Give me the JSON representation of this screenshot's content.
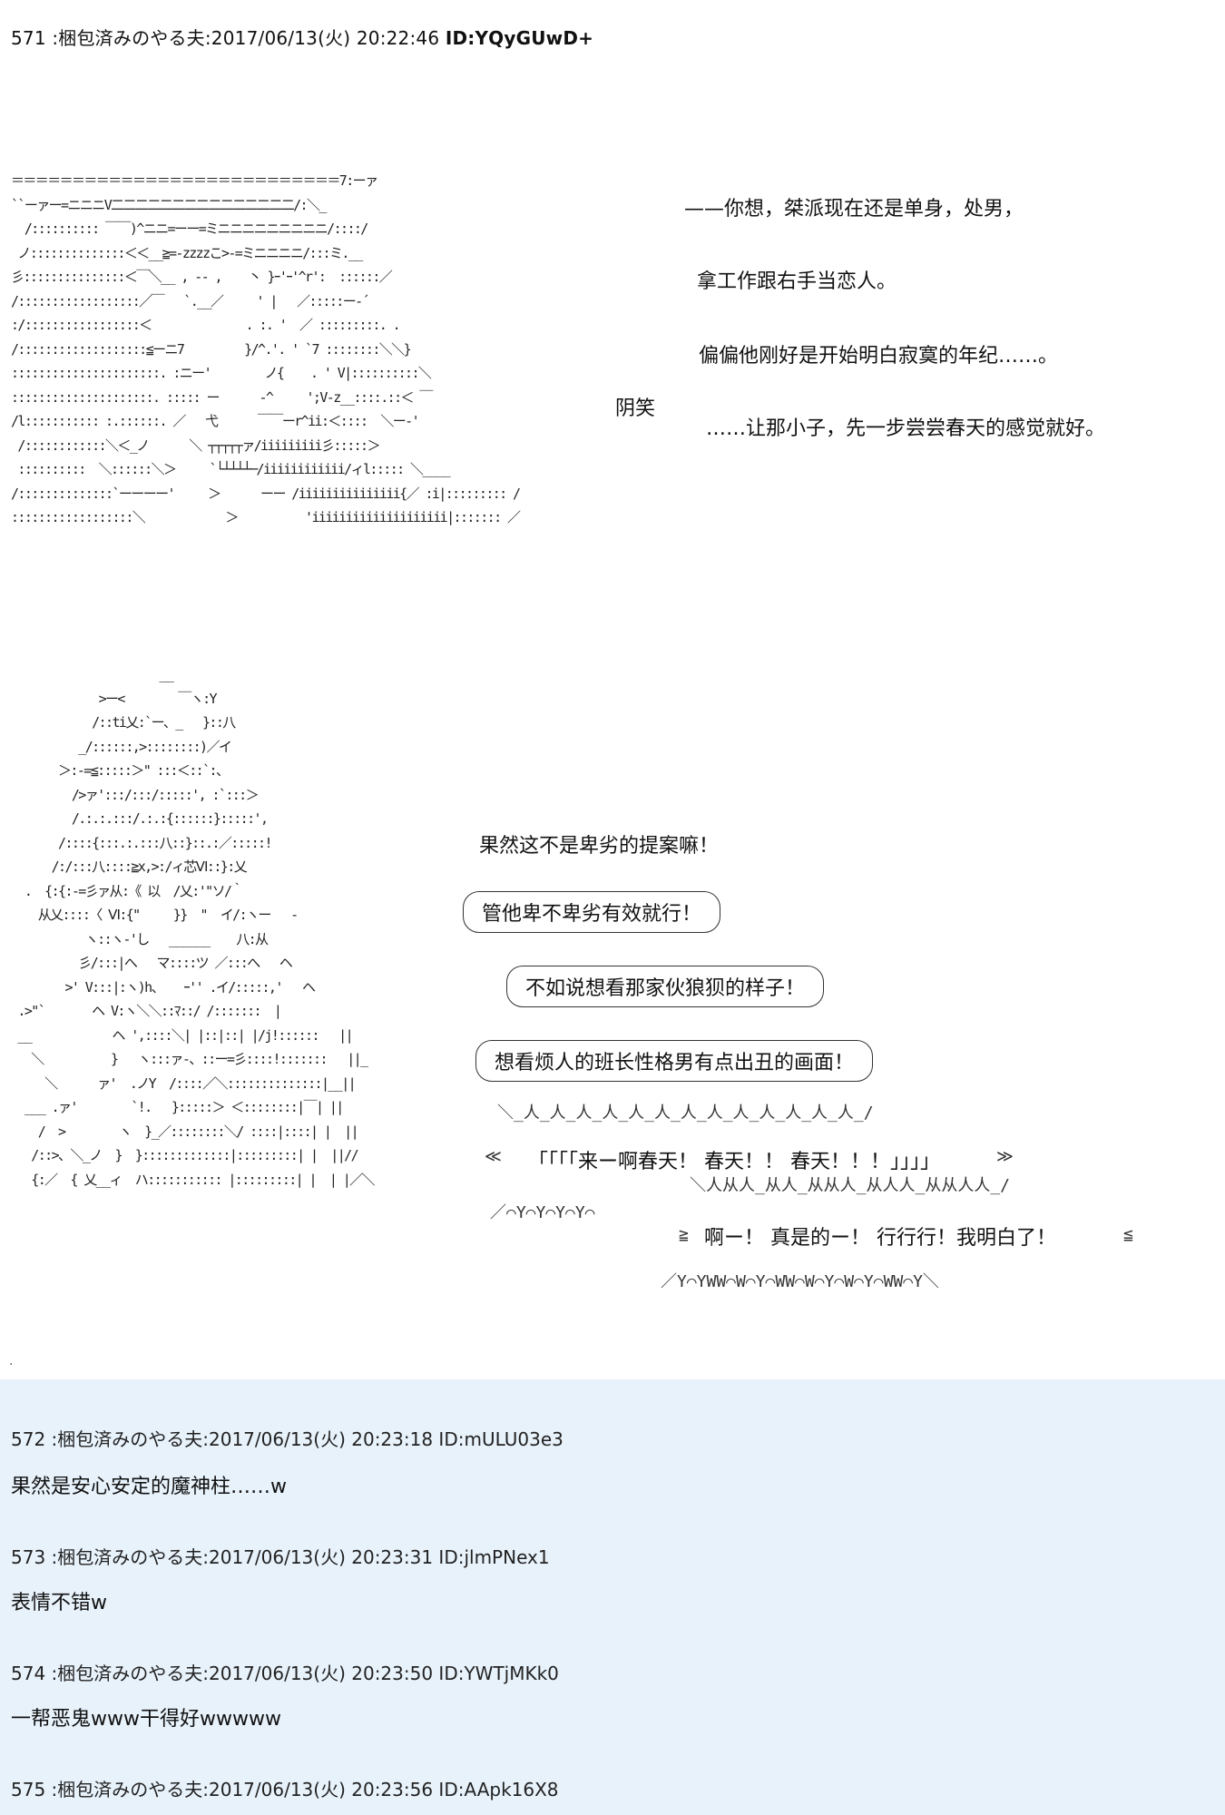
{
  "main_post": {
    "header": "571 :梱包済みのやる夫:2017/06/13(火) 20:22:46",
    "id": "ID:YQyGUwD+",
    "aa_top": "＝＝＝＝＝＝＝＝＝＝＝＝＝＝＝＝＝＝＝＝＝＝＝＝＝＝＝7:ーァ\n``ーァー=ニニニV二二二二二二二二二二二二二二二/:＼_\n  /:::::::::: ￣￣)^ニニ=ーー=ミニニニニニニニニニ/::::/\n ノ::::::::::::::＜＜__≧=-zzzzこ>-=ミニニニニ/:::ミ.__\n彡:::::::::::::::＜￣＼__ , -- ,    丶 }ｰ'ｰ'^r':  ::::::／\n/::::::::::::::::::／￣   `.__／     ' |   ／:::::ー-´\n:/:::::::::::::::::＜              . :. '  ／ :::::::::. .\n/:::::::::::::::::::≦ーニ7         }/^.'. ' `7 ::::::::＼＼}\n::::::::::::::::::::::. :ニー'        ノ{    . ' V|::::::::::＼\n:::::::::::::::::::::. ::::: ー      -^     ';V-z__::::.::＜ ￣ \n/l::::::::::: :.::::::. ／   弋      ￣￣ーr^ii:＜::::  ＼ー-'\n /::::::::::::＼＜_ノ      ＼ ┬┬┬┬┬ァ/iiiiiiiii彡:::::＞\n ::::::::::  ＼::::::＼＞     `└┴┴┴┴─/iiiiiiiiiiii/ィl::::: ＼____\n/::::::::::::::`ーーーー'     ＞      ーー /iiiiiiiiiiiiiii{／ :i|::::::::: /\n::::::::::::::::::＼            ＞          'iiiiiiiiiiiiiiiiiiii|::::::: ／",
    "laugh_label": "阴笑",
    "narration": [
      "——你想，桀派现在还是单身，处男，",
      "拿工作跟右手当恋人。",
      "偏偏他刚好是开始明白寂寞的年纪……。",
      "……让那小子，先一步尝尝春天的感觉就好。"
    ],
    "aa_bottom": "                      __\n             >ー<        ￣ヽ:Y\n            /::ti乂:`ー、_   }::八\n          _/::::::,>::::::::)／イ\n       ＞:-=≦:::::＞\" :::＜::`:、\n         />ァ':::/:::/:::::', :`:::＞\n         /.:.:.:::/.:.:{::::::}:::::',\n       /::::{:::.:.:::八::}::.:／:::::!\n      /:/:::八::::≧x,>:/ィ芯Ⅵ::}:乂\n  .  {:{:-=彡ァ从:《 以  /乂:'\"ソ/｀\n    从乂::::〈 Ⅵ:{\"     }}  \"  イ/:ヽー   -\n           ヽ::ヽ-'し   ______    八:从\n          彡/:::|へ   マ::::ツ ／:::へ   ヘ\n        >' V:::|:ヽ)h、   ｰ'' .イ/:::::,'   ヘ\n .>\"`       ヘ V:ヽ＼＼::ﾏ::/ /:::::::  |\n __            ヘ ',::::＼| |::|::| |/j!::::::   ||\n   ＼          }   ヽ:::ァ-、::ー=彡::::!:::::::   ||_\n     ＼      ァ'  .ノY  /::::／＼::::::::::::::|__||\n  ___ .ァ'        `!.   }:::::＞ ＜::::::::|￣| ||\n    /  >        ヽ  }_／::::::::＼/ ::::|::::| |  ||\n   /::>、＼_ノ  }  }:::::::::::::|:::::::::| |  ||//\n   {:／  { 乂__ィ  ハ::::::::::: |:::::::::| |  | |／＼",
    "bubbles": [
      "果然这不是卑劣的提案嘛！",
      "管他卑不卑劣有效就行！",
      "不如说想看那家伙狼狈的样子！",
      "想看烦人的班长性格男有点出丑的画面！"
    ],
    "shout_top_border": "＼_人_人_人_人_人_人_人_人_人_人_人_人_人_/",
    "shout_text": "「「「「来ー啊春天！  春天！！  春天！！！」」」」",
    "shout_bottom_border": "＼人从人_从人_从从人_从人人_从从人人_/",
    "reply_text": "啊ー！  真是的ー！  行行行！我明白了！",
    "reply_top_border": "／⌒Y⌒Y⌒Y⌒Y⌒",
    "reply_bottom_border": "／Y⌒YWW⌒W⌒Y⌒WW⌒W⌒Y⌒W⌒Y⌒WW⌒Y＼",
    "dot": "."
  },
  "replies": [
    {
      "header": "572 :梱包済みのやる夫:2017/06/13(火) 20:23:18 ID:mULU03e3",
      "body": "果然是安心安定的魔神柱……w"
    },
    {
      "header": "573 :梱包済みのやる夫:2017/06/13(火) 20:23:31 ID:jlmPNex1",
      "body": "表情不错w"
    },
    {
      "header": "574 :梱包済みのやる夫:2017/06/13(火) 20:23:50 ID:YWTjMKk0",
      "body": "一帮恶鬼www干得好wwwww"
    },
    {
      "header": "575 :梱包済みのやる夫:2017/06/13(火) 20:23:56 ID:AApk16X8",
      "body": ""
    }
  ]
}
